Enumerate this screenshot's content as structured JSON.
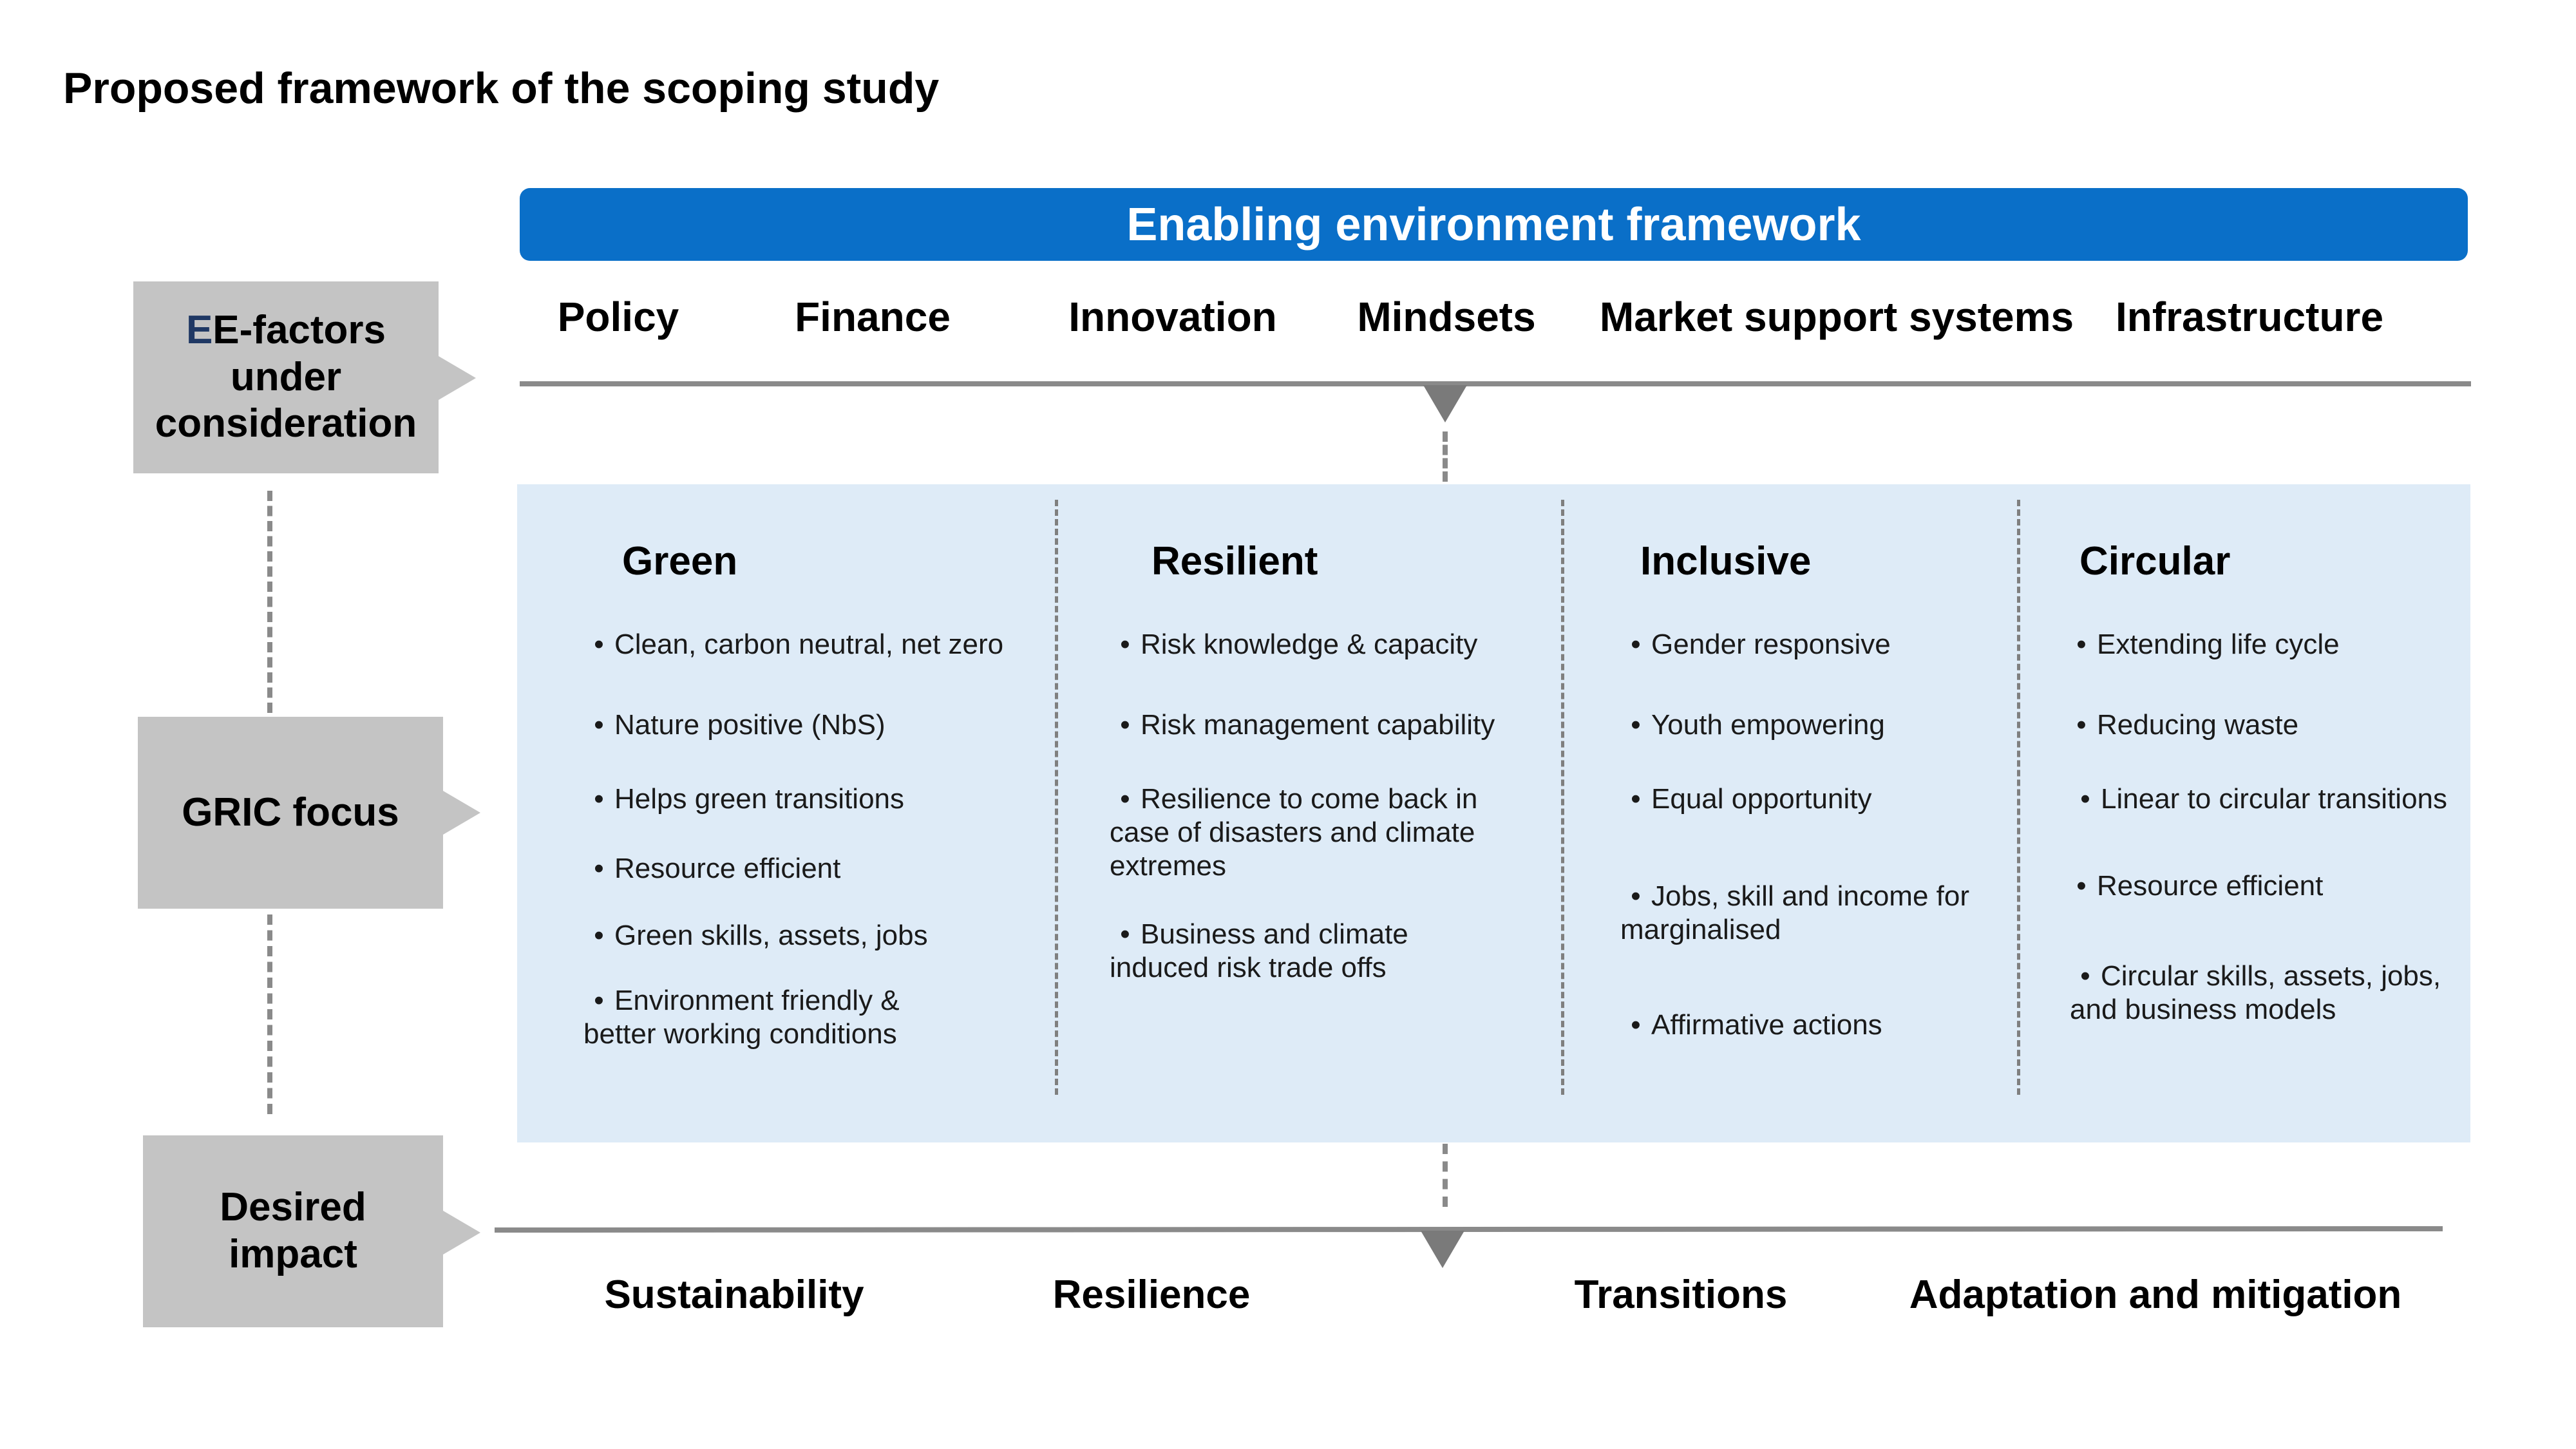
{
  "title": "Proposed framework of the scoping study",
  "banner": "Enabling environment framework",
  "factors": [
    "Policy",
    "Finance",
    "Innovation",
    "Mindsets",
    "Market support systems",
    "Infrastructure"
  ],
  "side_labels": {
    "ee_factors": {
      "accent": "E",
      "rest": "E-factors",
      "line2": "under",
      "line3": "consideration"
    },
    "gric": "GRIC focus",
    "desired": {
      "line1": "Desired",
      "line2": "impact"
    }
  },
  "columns": [
    {
      "heading": "Green",
      "items": [
        "Clean, carbon neutral, net zero",
        "Nature positive (NbS)",
        "Helps green transitions",
        "Resource efficient",
        "Green skills, assets, jobs",
        "Environment friendly & better working conditions"
      ]
    },
    {
      "heading": "Resilient",
      "items": [
        "Risk knowledge & capacity",
        "Risk management capability",
        "Resilience to come back in case of disasters and climate extremes",
        "Business and climate induced risk trade offs"
      ]
    },
    {
      "heading": "Inclusive",
      "items": [
        "Gender responsive",
        "Youth empowering",
        "Equal opportunity",
        "Jobs, skill and income for marginalised",
        "Affirmative actions"
      ]
    },
    {
      "heading": "Circular",
      "items": [
        "Extending life cycle",
        "Reducing waste",
        "Linear to circular transitions",
        "Resource efficient",
        "Circular skills, assets, jobs, and business models"
      ]
    }
  ],
  "impacts": [
    "Sustainability",
    "Resilience",
    "Transitions",
    "Adaptation and mitigation"
  ],
  "colors": {
    "banner": "#0a6fc8",
    "panel": "#deebf7",
    "side_box": "#c4c4c4",
    "line": "#8a8a8a",
    "accent_letter": "#1f3864"
  }
}
